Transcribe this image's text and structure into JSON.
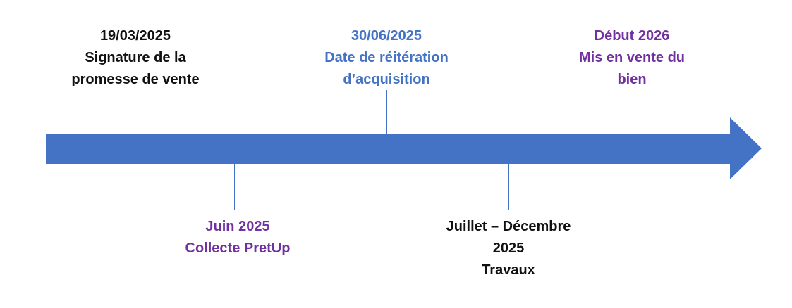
{
  "colors": {
    "arrow": "#4472C4",
    "black_text": "#111111",
    "blue_text": "#4472C4",
    "purple_text": "#7030A0"
  },
  "events": [
    {
      "id": "e1",
      "date": "19/03/2025",
      "label": "Signature de la\npromesse de vente",
      "color": "#111111"
    },
    {
      "id": "e2",
      "date": "Juin 2025",
      "label": "Collecte PretUp",
      "color": "#7030A0"
    },
    {
      "id": "e3",
      "date": "30/06/2025",
      "label": "Date de réitération\nd’acquisition",
      "color": "#4472C4"
    },
    {
      "id": "e4",
      "date": "Juillet – Décembre\n2025",
      "label": "Travaux",
      "color": "#111111"
    },
    {
      "id": "e5",
      "date": "Début 2026",
      "label": "Mis en vente du\nbien",
      "color": "#7030A0"
    }
  ]
}
